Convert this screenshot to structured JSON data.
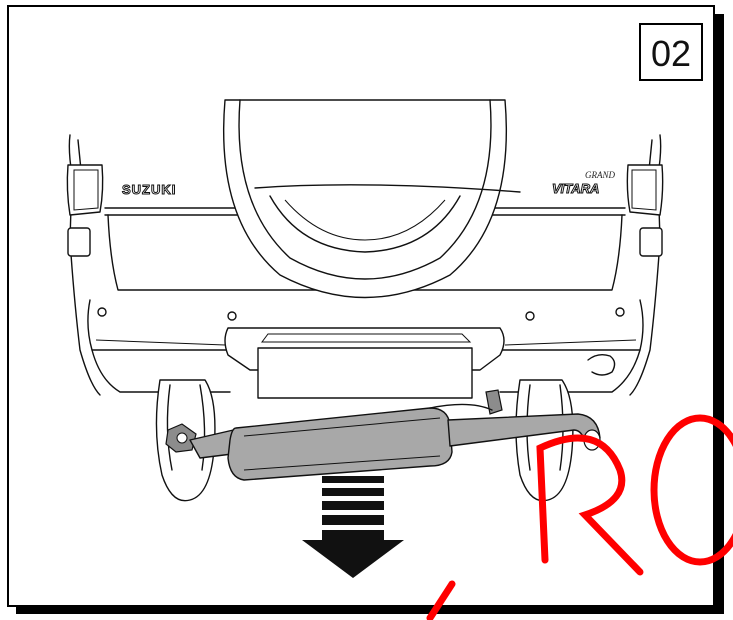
{
  "step": {
    "label": "02"
  },
  "vehicle": {
    "brand_badge": "SUZUKI",
    "model_badge_small": "GRAND",
    "model_badge_large": "VITARA"
  },
  "watermark": {
    "text": "RO",
    "color": "#ff0000"
  },
  "colors": {
    "line": "#111111",
    "muffler": "#a8a8a8",
    "arrow": "#111111",
    "background": "#ffffff"
  },
  "icons": {
    "direction": "down-arrow-icon"
  }
}
